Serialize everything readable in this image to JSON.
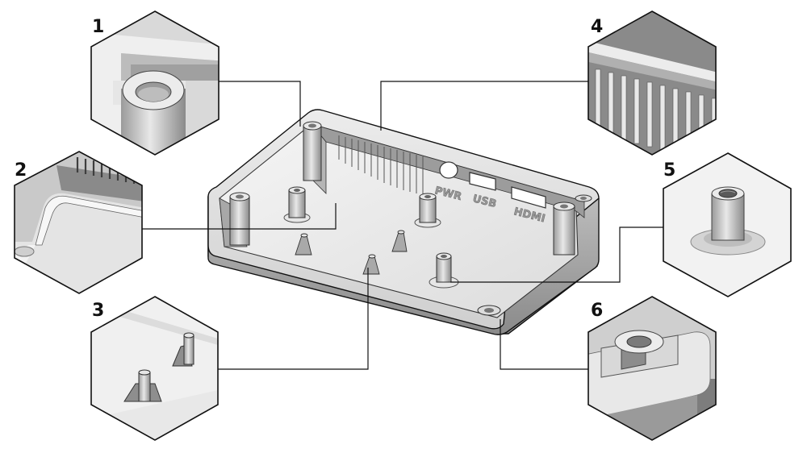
{
  "diagram": {
    "callouts": [
      {
        "id": 1,
        "label": "1"
      },
      {
        "id": 2,
        "label": "2"
      },
      {
        "id": 3,
        "label": "3"
      },
      {
        "id": 4,
        "label": "4"
      },
      {
        "id": 5,
        "label": "5"
      },
      {
        "id": 6,
        "label": "6"
      }
    ],
    "port_labels": {
      "pwr": "PWR",
      "usb": "USB",
      "hdmi": "HDMI"
    }
  },
  "colors": {
    "line": "#111111",
    "light": "#f2f2f2",
    "mid": "#c8c8c8",
    "dark": "#7a7a7a",
    "shadow": "#4a4a4a"
  }
}
